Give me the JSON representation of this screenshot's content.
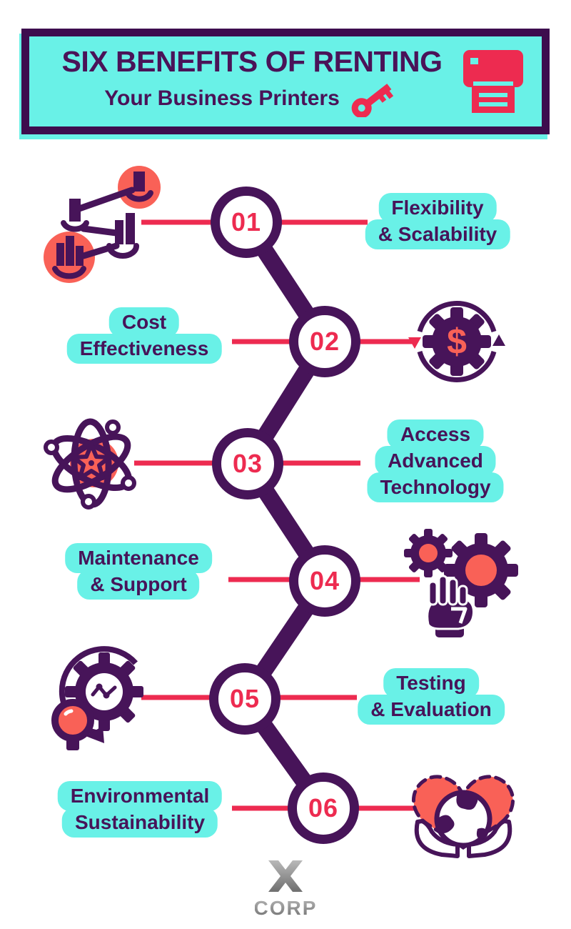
{
  "header": {
    "title": "SIX BENEFITS OF RENTING",
    "subtitle": "Your Business Printers",
    "icons": [
      "key-icon",
      "printer-icon"
    ]
  },
  "benefits": [
    {
      "number": "01",
      "label_lines": [
        "Flexibility",
        "& Scalability"
      ],
      "label_side": "right",
      "icon": "scalability-network-icon"
    },
    {
      "number": "02",
      "label_lines": [
        "Cost",
        "Effectiveness"
      ],
      "label_side": "left",
      "icon": "cost-gear-dollar-icon"
    },
    {
      "number": "03",
      "label_lines": [
        "Access",
        "Advanced",
        "Technology"
      ],
      "label_side": "right",
      "icon": "atom-technology-icon"
    },
    {
      "number": "04",
      "label_lines": [
        "Maintenance",
        "& Support"
      ],
      "label_side": "left",
      "icon": "gears-hand-icon"
    },
    {
      "number": "05",
      "label_lines": [
        "Testing",
        "& Evaluation"
      ],
      "label_side": "right",
      "icon": "gauge-testing-icon"
    },
    {
      "number": "06",
      "label_lines": [
        "Environmental",
        "Sustainability"
      ],
      "label_side": "left",
      "icon": "earth-heart-hands-icon"
    }
  ],
  "footer": {
    "logo_x": "X",
    "logo_text": "CORP"
  },
  "colors": {
    "cyan": "#69F1E7",
    "purple": "#471459",
    "header_border": "#3D0D4E",
    "crimson": "#ED2B50",
    "coral": "#F96157",
    "logo_gray": "#8C8C8C",
    "background": "#FFFFFF"
  }
}
